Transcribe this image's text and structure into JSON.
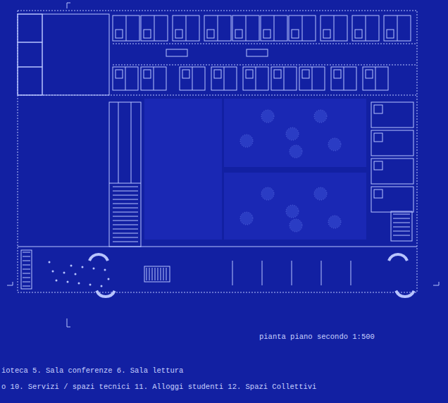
{
  "diagram": {
    "caption": "pianta piano secondo 1:500",
    "labels": [
      "ioteca 5. Sala conferenze 6. Sala lettura",
      "o 10. Servizi / spazi tecnici 11. Alloggi studenti 12. Spazi Collettivi"
    ]
  }
}
